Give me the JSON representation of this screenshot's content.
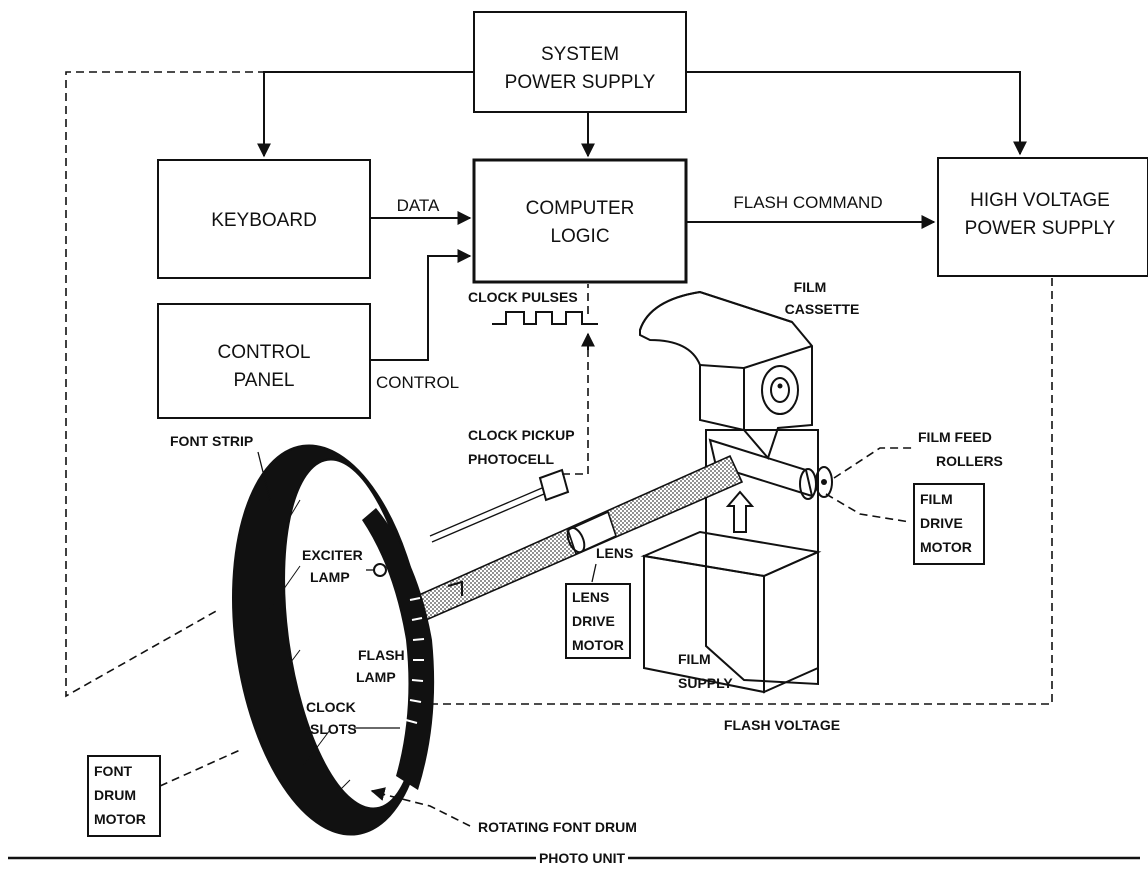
{
  "blocks": {
    "power_supply": {
      "line1": "SYSTEM",
      "line2": "POWER SUPPLY"
    },
    "keyboard": {
      "label": "KEYBOARD"
    },
    "computer_logic": {
      "line1": "COMPUTER",
      "line2": "LOGIC"
    },
    "high_voltage": {
      "line1": "HIGH VOLTAGE",
      "line2": "POWER SUPPLY"
    },
    "control_panel": {
      "line1": "CONTROL",
      "line2": "PANEL"
    },
    "film_drive_motor": {
      "line1": "FILM",
      "line2": "DRIVE",
      "line3": "MOTOR"
    },
    "lens_drive_motor": {
      "line1": "LENS",
      "line2": "DRIVE",
      "line3": "MOTOR"
    },
    "font_drum_motor": {
      "line1": "FONT",
      "line2": "DRUM",
      "line3": "MOTOR"
    }
  },
  "signals": {
    "data": "DATA",
    "flash_command": "FLASH COMMAND",
    "control": "CONTROL",
    "clock_pulses": "CLOCK PULSES",
    "flash_voltage": "FLASH VOLTAGE"
  },
  "labels": {
    "film_cassette": {
      "line1": "FILM",
      "line2": "CASSETTE"
    },
    "font_strip": "FONT STRIP",
    "clock_pickup": {
      "line1": "CLOCK PICKUP",
      "line2": "PHOTOCELL"
    },
    "film_feed_rollers": {
      "line1": "FILM FEED",
      "line2": "ROLLERS"
    },
    "exciter_lamp": {
      "line1": "EXCITER",
      "line2": "LAMP"
    },
    "lens": "LENS",
    "flash_lamp": {
      "line1": "FLASH",
      "line2": "LAMP"
    },
    "film_supply": {
      "line1": "FILM",
      "line2": "SUPPLY"
    },
    "clock_slots": {
      "line1": "CLOCK",
      "line2": "SLOTS"
    },
    "rotating_font_drum": "ROTATING FONT DRUM"
  },
  "footer": {
    "photo_unit": "PHOTO UNIT"
  }
}
